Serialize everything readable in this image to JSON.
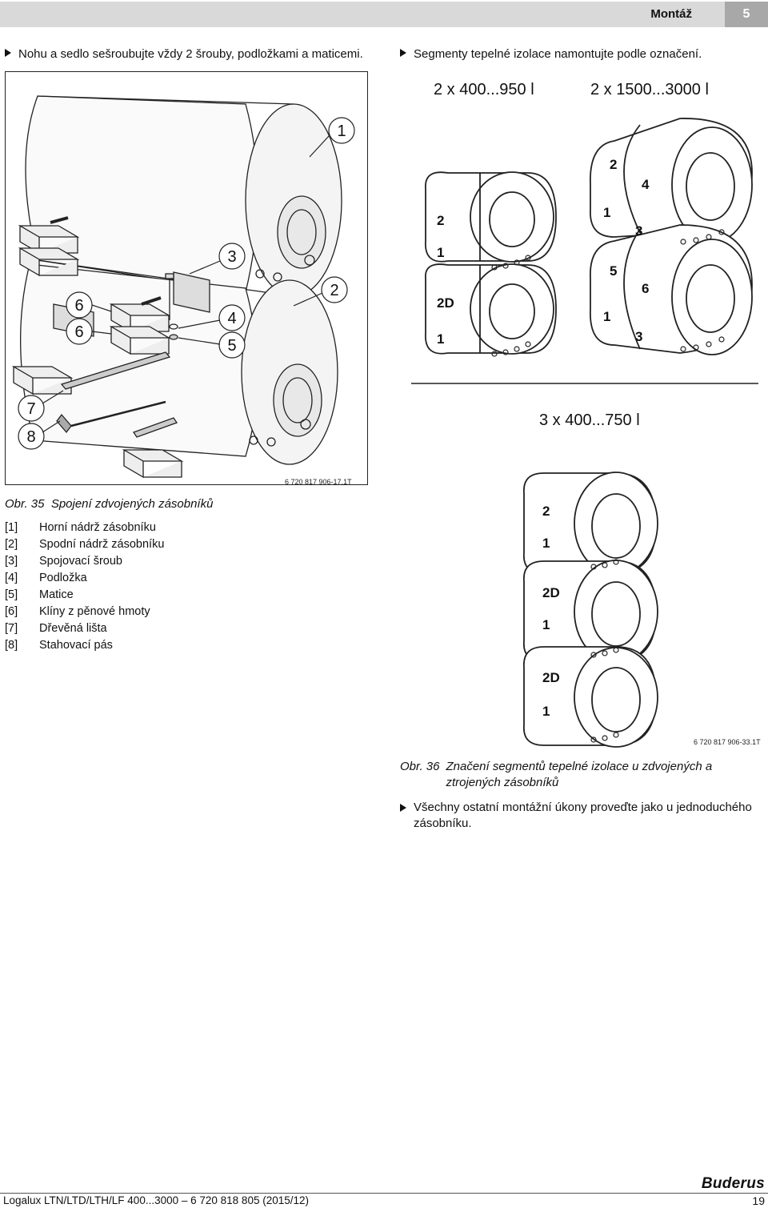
{
  "header": {
    "section_title": "Montáž",
    "chapter_number": "5"
  },
  "left": {
    "instruction": "Nohu a sedlo sešroubujte vždy 2 šrouby, podložkami a maticemi.",
    "figure": {
      "callouts": [
        "1",
        "2",
        "3",
        "4",
        "5",
        "6",
        "6",
        "7",
        "8"
      ],
      "code": "6 720 817 906-17.1T"
    },
    "caption": {
      "label": "Obr. 35",
      "text": "Spojení zdvojených zásobníků"
    },
    "legend": [
      {
        "key": "[1]",
        "text": "Horní nádrž zásobníku"
      },
      {
        "key": "[2]",
        "text": "Spodní nádrž zásobníku"
      },
      {
        "key": "[3]",
        "text": "Spojovací šroub"
      },
      {
        "key": "[4]",
        "text": "Podložka"
      },
      {
        "key": "[5]",
        "text": "Matice"
      },
      {
        "key": "[6]",
        "text": "Klíny z pěnové hmoty"
      },
      {
        "key": "[7]",
        "text": "Dřevěná lišta"
      },
      {
        "key": "[8]",
        "text": "Stahovací pás"
      }
    ]
  },
  "right": {
    "instruction": "Segmenty tepelné izolace namontujte podle označení.",
    "variant_a": {
      "title": "2 x 400...950 l",
      "labels": [
        "2",
        "1",
        "2D",
        "1"
      ]
    },
    "variant_b": {
      "title": "2 x 1500...3000 l",
      "labels": [
        "2",
        "4",
        "1",
        "3",
        "5",
        "6",
        "1",
        "3"
      ]
    },
    "variant_c": {
      "title": "3 x 400...750 l",
      "labels": [
        "2",
        "1",
        "2D",
        "1",
        "2D",
        "1"
      ]
    },
    "figure_code": "6 720 817 906-33.1T",
    "caption": {
      "label": "Obr. 36",
      "text": "Značení segmentů tepelné izolace u zdvojených a ztrojených zásobníků"
    },
    "instruction2": "Všechny ostatní montážní úkony proveďte jako u jednoduchého zásobníku."
  },
  "footer": {
    "document": "Logalux LTN/LTD/LTH/LF 400...3000 – 6 720 818 805 (2015/12)",
    "page": "19",
    "brand": "Buderus"
  }
}
